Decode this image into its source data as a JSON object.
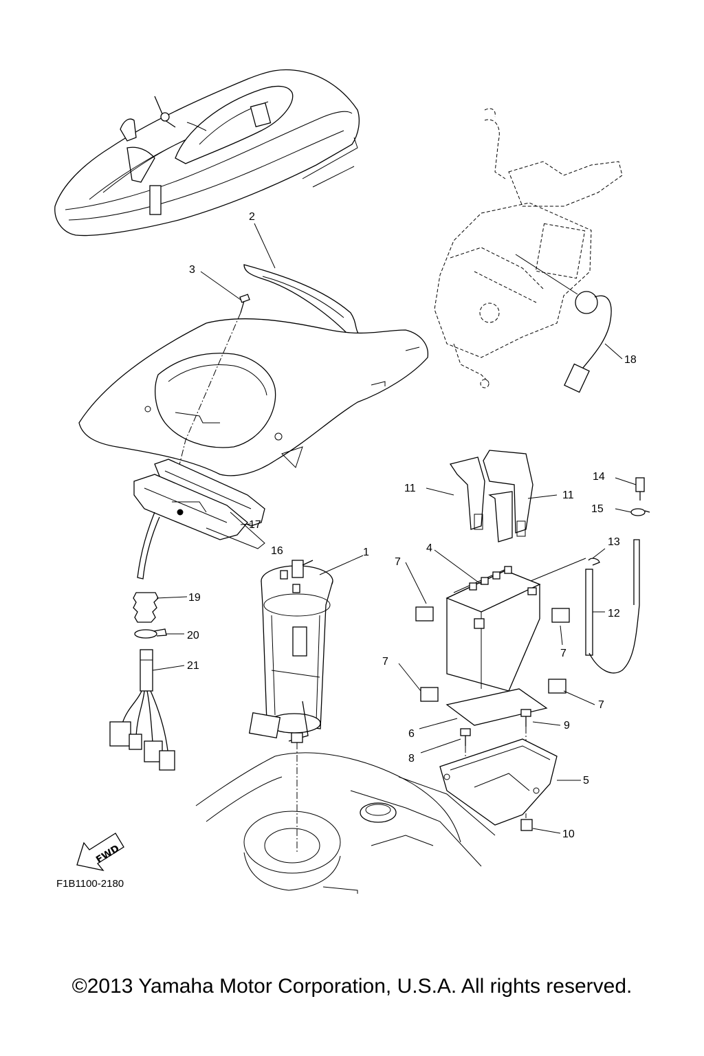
{
  "callouts": [
    {
      "id": "1",
      "label": "1"
    },
    {
      "id": "2",
      "label": "2"
    },
    {
      "id": "3",
      "label": "3"
    },
    {
      "id": "4",
      "label": "4"
    },
    {
      "id": "5",
      "label": "5"
    },
    {
      "id": "6",
      "label": "6"
    },
    {
      "id": "7a",
      "label": "7"
    },
    {
      "id": "7b",
      "label": "7"
    },
    {
      "id": "7c",
      "label": "7"
    },
    {
      "id": "7d",
      "label": "7"
    },
    {
      "id": "8",
      "label": "8"
    },
    {
      "id": "9",
      "label": "9"
    },
    {
      "id": "10",
      "label": "10"
    },
    {
      "id": "11a",
      "label": "11"
    },
    {
      "id": "11b",
      "label": "11"
    },
    {
      "id": "12",
      "label": "12"
    },
    {
      "id": "13",
      "label": "13"
    },
    {
      "id": "14",
      "label": "14"
    },
    {
      "id": "15",
      "label": "15"
    },
    {
      "id": "16",
      "label": "16"
    },
    {
      "id": "17",
      "label": "17"
    },
    {
      "id": "18",
      "label": "18"
    },
    {
      "id": "19",
      "label": "19"
    },
    {
      "id": "20",
      "label": "20"
    },
    {
      "id": "21",
      "label": "21"
    }
  ],
  "fwd_label": "FWD",
  "drawing_code": "F1B1100-2180",
  "copyright": "©2013 Yamaha Motor Corporation, U.S.A. All rights reserved."
}
